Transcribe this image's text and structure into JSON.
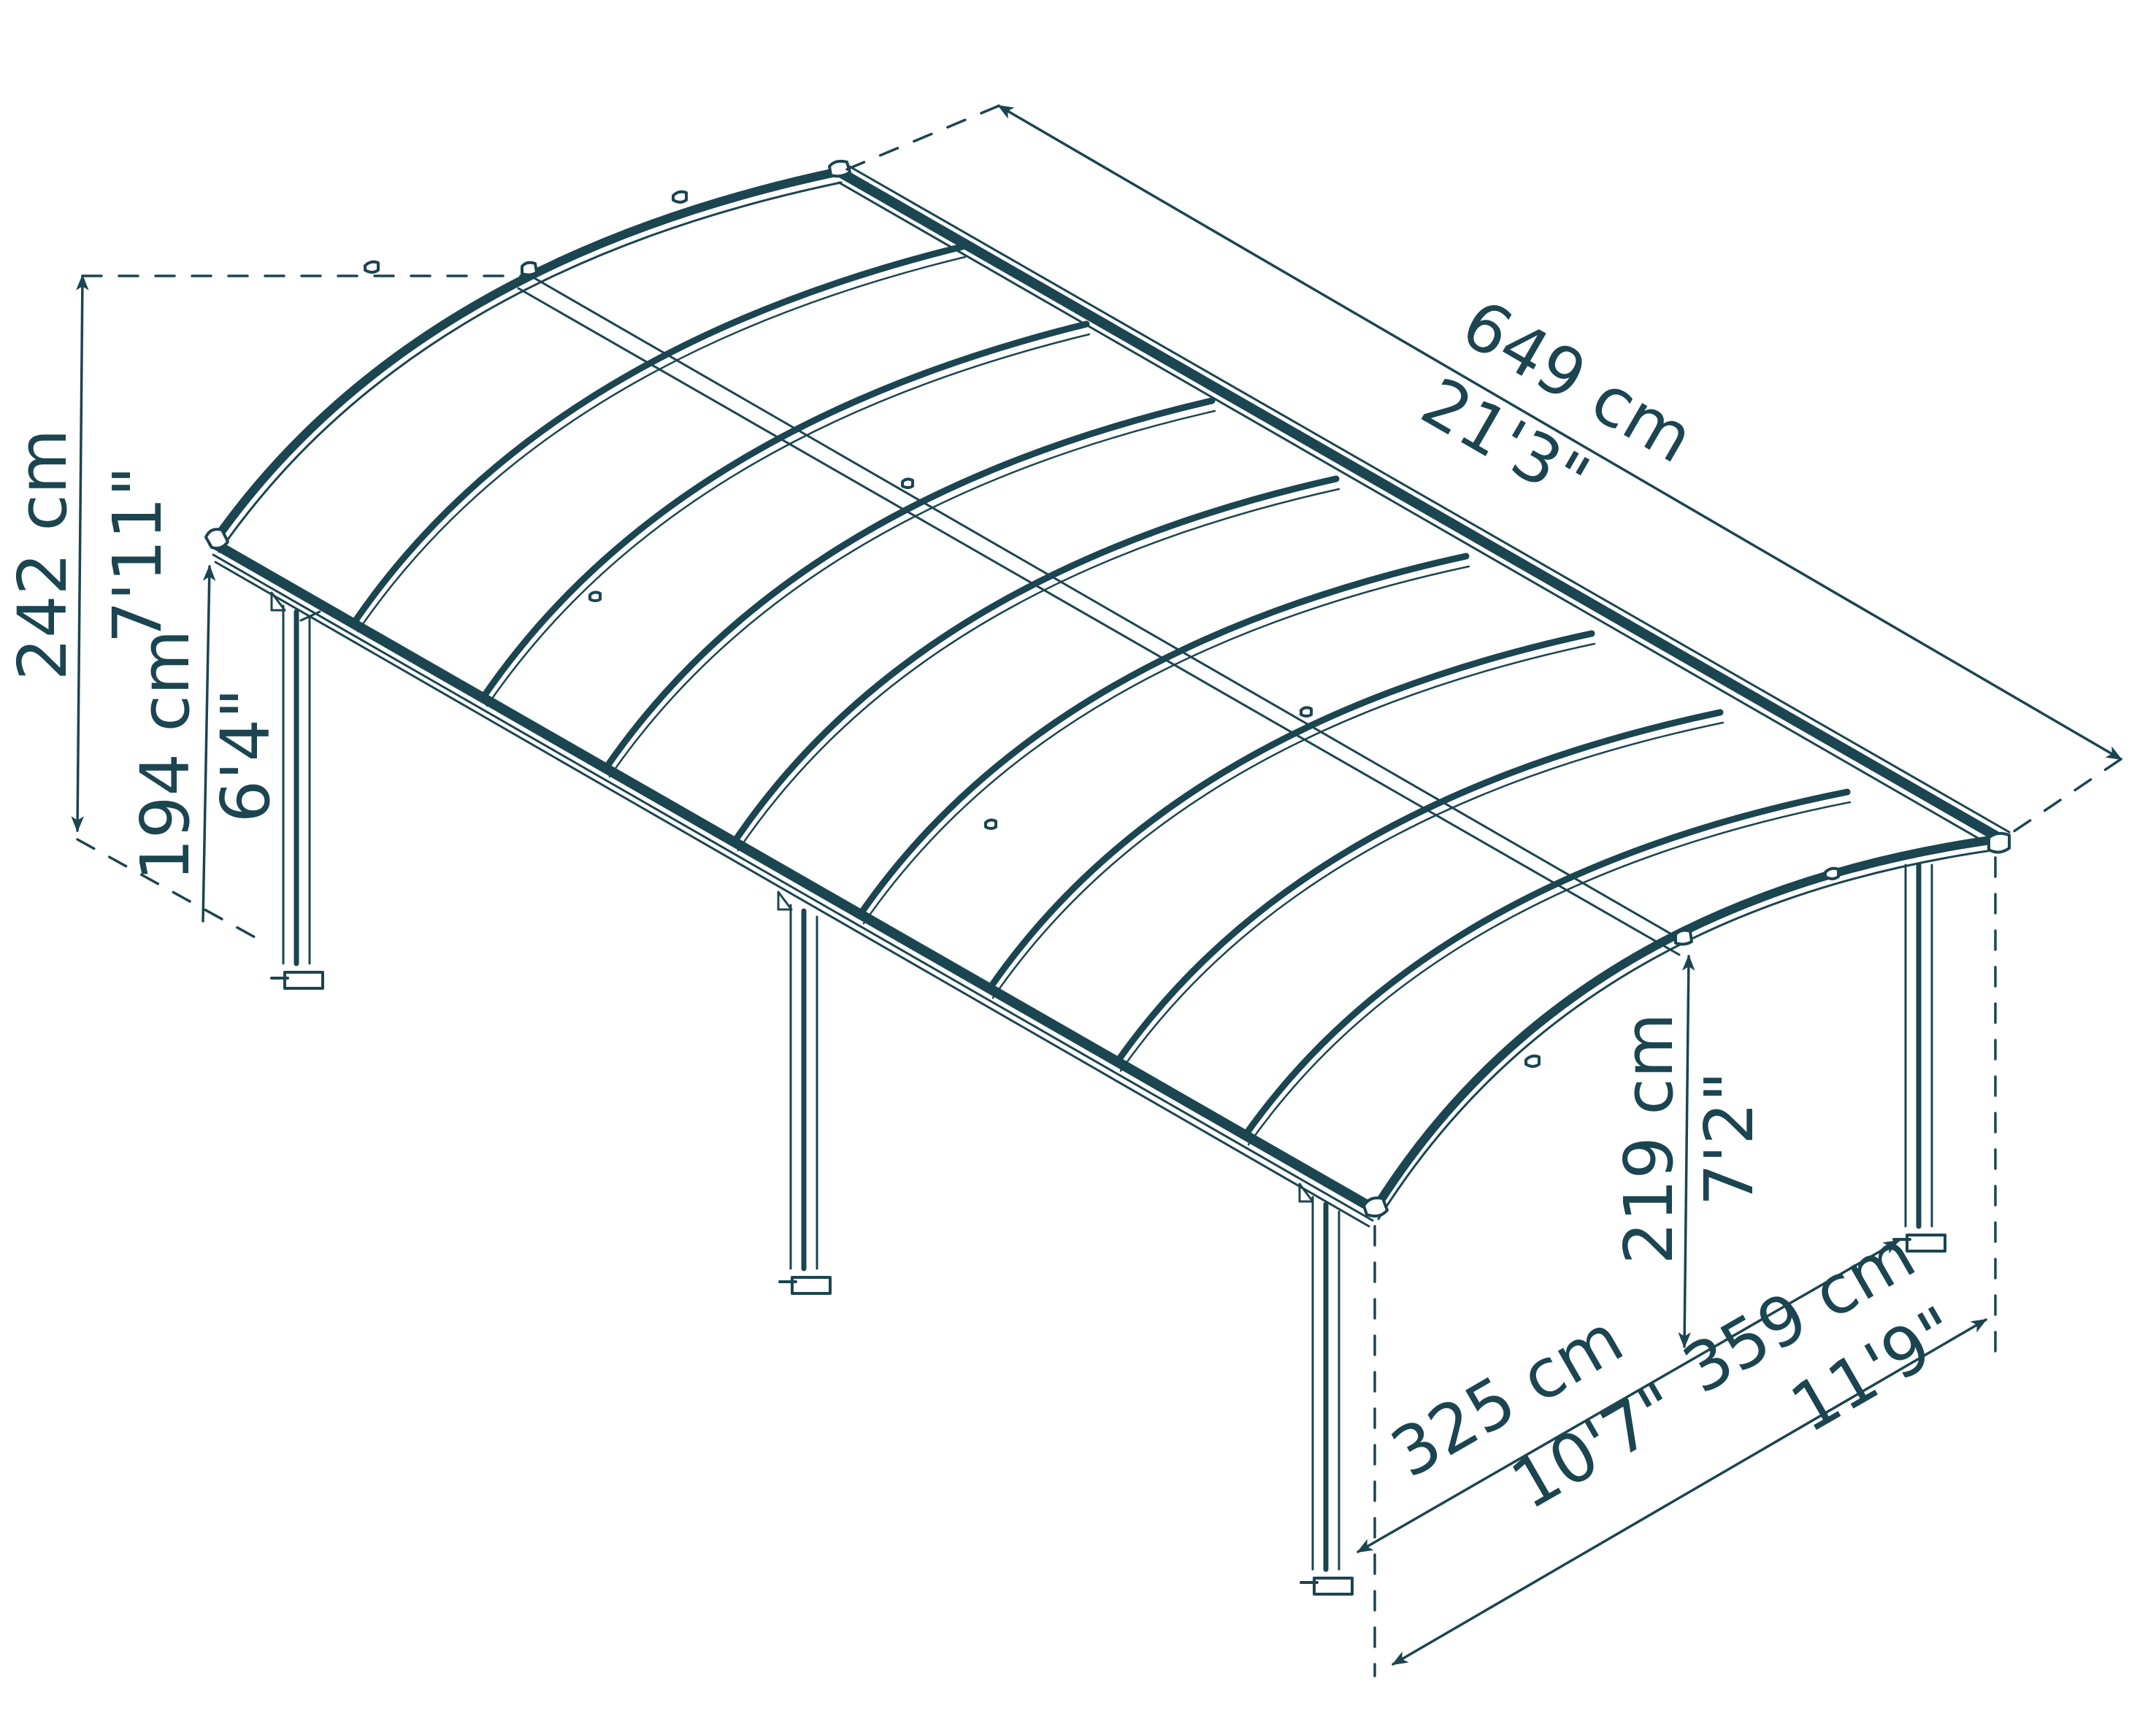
{
  "diagram": {
    "subject": "Arched-roof carport / patio cover dimension drawing",
    "line_color": "#1b4550",
    "background": "#ffffff"
  },
  "dimensions": {
    "overall_height": {
      "metric": "242 cm",
      "imperial": "7'11\""
    },
    "eave_height_left": {
      "metric": "194 cm",
      "imperial": "6'4\""
    },
    "length": {
      "metric": "649 cm",
      "imperial": "21'3\""
    },
    "eave_height_right": {
      "metric": "219 cm",
      "imperial": "7'2\""
    },
    "post_width": {
      "metric": "325 cm",
      "imperial": "10'7\""
    },
    "overall_width": {
      "metric": "359 cm",
      "imperial": "11'9\""
    }
  }
}
